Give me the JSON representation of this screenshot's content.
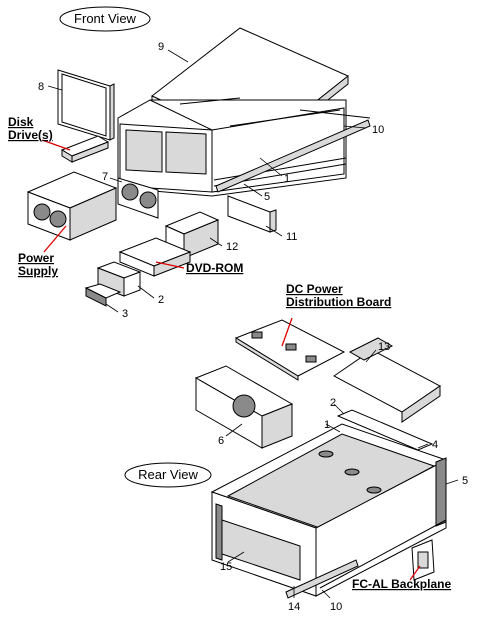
{
  "views": {
    "front": "Front View",
    "rear": "Rear View"
  },
  "labels": {
    "disk_drives_line1": "Disk",
    "disk_drives_line2": "Drive(s)",
    "power_supply_line1": "Power",
    "power_supply_line2": "Supply",
    "dvd_rom": "DVD-ROM",
    "dc_power_line1": "DC Power",
    "dc_power_line2": "Distribution Board",
    "fc_al_backplane": "FC-AL Backplane"
  },
  "callouts": {
    "front": [
      "9",
      "8",
      "10",
      "1",
      "5",
      "7",
      "11",
      "12",
      "2",
      "3"
    ],
    "rear": [
      "13",
      "2",
      "1",
      "4",
      "6",
      "5",
      "15",
      "14",
      "10"
    ]
  },
  "colors": {
    "leader_red": "#e00000",
    "line": "#000000",
    "shade": "#d9d9d9",
    "dark": "#8a8a8a"
  }
}
